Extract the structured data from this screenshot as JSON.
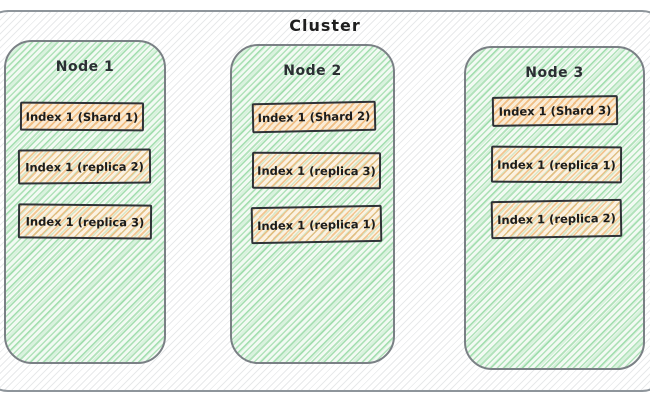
{
  "diagram": {
    "title": "Cluster",
    "nodes": [
      {
        "label": "Node 1",
        "boxes": [
          "Index 1 (Shard 1)",
          "Index 1 (replica 2)",
          "Index 1 (replica 3)"
        ]
      },
      {
        "label": "Node 2",
        "boxes": [
          "Index 1 (Shard 2)",
          "Index 1 (replica 3)",
          "Index 1 (replica 1)"
        ]
      },
      {
        "label": "Node 3",
        "boxes": [
          "Index 1 (Shard 3)",
          "Index 1 (replica 1)",
          "Index 1 (replica 2)"
        ]
      }
    ],
    "colors": {
      "node_fill_hatch": "#57c06b",
      "node_border": "#7a8085",
      "box_fill_hatch": "#e8993f",
      "box_border": "#2f3237",
      "cluster_border": "#8e959b",
      "cluster_fill_hatch": "#969ca2",
      "text": "#1e1e1e"
    }
  }
}
